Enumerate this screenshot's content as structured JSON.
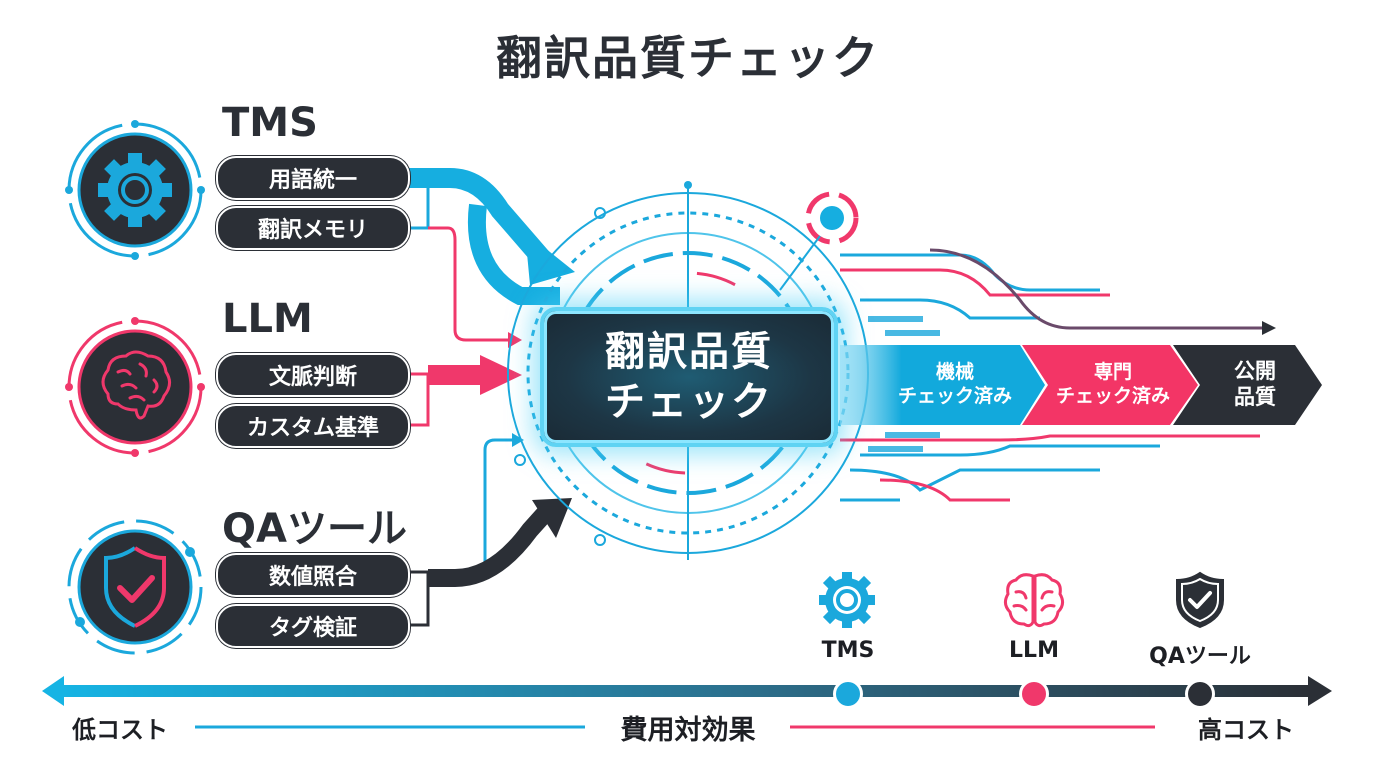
{
  "title": "翻訳品質チェック",
  "tools": [
    {
      "name": "TMS",
      "icon": "gear-icon",
      "color": "#1ba8dc",
      "features": [
        "用語統一",
        "翻訳メモリ"
      ]
    },
    {
      "name": "LLM",
      "icon": "brain-icon",
      "color": "#f0386b",
      "features": [
        "文脈判断",
        "カスタム基準"
      ]
    },
    {
      "name": "QAツール",
      "icon": "shield-check-icon",
      "color": "#2b2f36",
      "features": [
        "数値照合",
        "タグ検証"
      ]
    }
  ],
  "core": {
    "line1": "翻訳品質",
    "line2": "チェック"
  },
  "stages": [
    {
      "line1": "機械",
      "line2": "チェック済み",
      "color": "#12a9dc"
    },
    {
      "line1": "専門",
      "line2": "チェック済み",
      "color": "#f33566"
    },
    {
      "line1": "公開",
      "line2": "品質",
      "color": "#2b2f36"
    }
  ],
  "scale": {
    "low": "低コスト",
    "middle": "費用対効果",
    "high": "高コスト",
    "markers": [
      {
        "name": "TMS",
        "icon": "gear-icon",
        "color": "#1ba8dc"
      },
      {
        "name": "LLM",
        "icon": "brain-icon",
        "color": "#f0386b"
      },
      {
        "name": "QAツール",
        "icon": "shield-check-icon",
        "color": "#2b2f36"
      }
    ]
  },
  "colors": {
    "blue": "#1ba8dc",
    "pink": "#f0386b",
    "dark": "#2b2f36"
  }
}
